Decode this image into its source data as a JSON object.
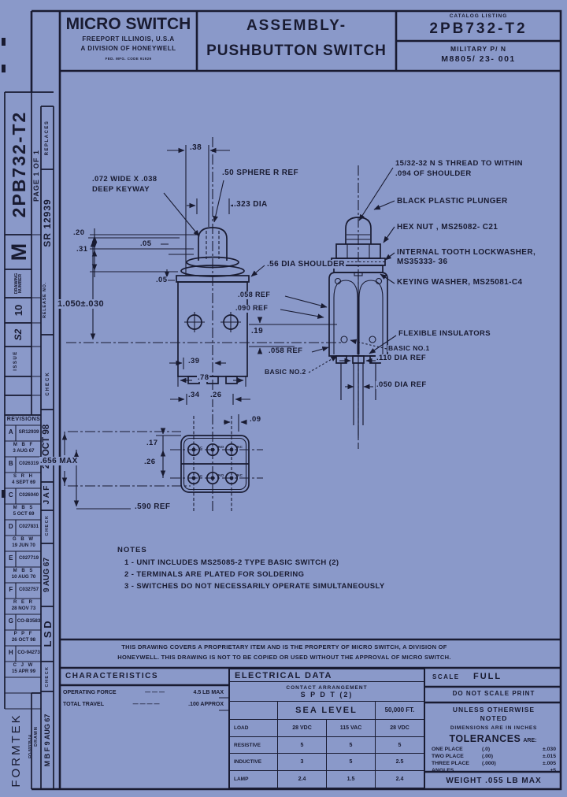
{
  "colors": {
    "paper": "#8a99c9",
    "ink": "#191b31"
  },
  "header": {
    "logo": "MICRO SWITCH",
    "logo_sub1": "FREEPORT ILLINOIS, U.S.A",
    "logo_sub2": "A DIVISION OF HONEYWELL",
    "logo_sub3": "FED. MFG. CODE 91929",
    "title1": "ASSEMBLY-",
    "title2": "PUSHBUTTON SWITCH",
    "catalog_label": "CATALOG LISTING",
    "catalog_number": "2PB732-T2",
    "military_label": "MILITARY  P/ N",
    "military_number": "M8805/ 23- 001"
  },
  "sidebar": {
    "big_number": "2PB732-T2",
    "page": "PAGE 1 OF 1",
    "m": "M",
    "drawing_label1": "DRAWING",
    "drawing_label2": "NUMBER",
    "size": "10",
    "issue_mark": "S2",
    "issue_label": "ISSUE",
    "replaces": "REPLACES",
    "release_label": "RELEASE  NO.",
    "release_number": "SR 12939",
    "check": "CHECK",
    "date_check1": "26 OCT 98",
    "sig1": "J A F",
    "date_check2": "9 AUG 67",
    "sig2": "L S D",
    "drawn_label": "DRAWN",
    "drawn_sig": "M B F   9 AUG 67",
    "formtek": "FORMTEK",
    "form_number": "FO-50378-14"
  },
  "revisions": {
    "title": "REVISIONS",
    "rows": [
      {
        "letter": "A",
        "number": "SR12939",
        "initials": "M B F",
        "date": "3 AUG 67"
      },
      {
        "letter": "B",
        "number": "C026319",
        "initials": "S R H",
        "date": "4 SEPT 69"
      },
      {
        "letter": "C",
        "number": "C026040",
        "initials": "M B S",
        "date": "5 OCT 69"
      },
      {
        "letter": "D",
        "number": "C027831",
        "initials": "G B W",
        "date": "19 JUN 70"
      },
      {
        "letter": "E",
        "number": "C027719",
        "initials": "M B S",
        "date": "10 AUG 70"
      },
      {
        "letter": "F",
        "number": "C032757",
        "initials": "R E R",
        "date": "28 NOV 73"
      },
      {
        "letter": "G",
        "number": "CO-B3583",
        "initials": "P P F",
        "date": "26 OCT 98"
      },
      {
        "letter": "H",
        "number": "CO-94273",
        "initials": "C J W",
        "date": "15 APR 99"
      }
    ]
  },
  "labels": {
    "dim38": ".38",
    "sphere": ".50 SPHERE R REF",
    "keyway1": ".072 WIDE  X .038",
    "keyway2": "DEEP KEYWAY",
    "dia323": ".323 DIA",
    "dim20": ".20",
    "dim31": ".31",
    "dim05a": ".05",
    "dim05b": ".05",
    "shoulder": ".56 DIA SHOULDER",
    "dim1050": "1.050±.030",
    "thread1": "15/32-32 N S THREAD TO WITHIN",
    "thread2": ".094 OF SHOULDER",
    "plunger": "BLACK PLASTIC PLUNGER",
    "hexnut": "HEX NUT , MS25082- C21",
    "lockwasher1": "INTERNAL TOOTH LOCKWASHER,",
    "lockwasher2": "MS35333- 36",
    "keying": "KEYING WASHER, MS25081-C4",
    "ref058a": ".058 REF",
    "ref090": ".090 REF",
    "dim19": ".19",
    "ref058b": ".058 REF",
    "basic1": "BASIC NO.1",
    "basic2": "BASIC NO.2",
    "flex": "FLEXIBLE  INSULATORS",
    "dia110": ".110 DIA REF",
    "dia050": ".050 DIA REF",
    "dim39": ".39",
    "dim78": ".78",
    "dim34": ".34",
    "dim26a": ".26",
    "dim09": ".09",
    "dim17": ".17",
    "dim26b": ".26",
    "max656": ".656 MAX",
    "ref590": ".590 REF",
    "term_c": "C",
    "term_no": "NO",
    "term_nc": "NC"
  },
  "notes": {
    "title": "NOTES",
    "items": [
      "1 - UNIT INCLUDES MS25085-2 TYPE BASIC SWITCH (2)",
      "2 - TERMINALS ARE PLATED FOR SOLDERING",
      "3 - SWITCHES DO NOT NECESSARILY OPERATE SIMULTANEOUSLY"
    ]
  },
  "proprietary": {
    "line1": "THIS DRAWING COVERS A PROPRIETARY ITEM AND IS THE PROPERTY OF MICRO SWITCH, A DIVISION OF",
    "line2": "HONEYWELL. THIS DRAWING IS NOT TO BE COPIED OR USED WITHOUT THE APPROVAL OF MICRO SWITCH."
  },
  "characteristics": {
    "title": "CHARACTERISTICS",
    "row1_label": "OPERATING FORCE",
    "row1_dashes": "— — —",
    "row1_value": "4.5  LB MAX",
    "row2_label": "TOTAL TRAVEL",
    "row2_dashes": "— — — —",
    "row2_value": ".100 APPROX"
  },
  "electrical": {
    "title": "ELECTRICAL DATA",
    "contact_label": "CONTACT ARRANGEMENT",
    "contact_value": "S P D T (2)",
    "group1": "SEA LEVEL",
    "group2": "50,000 FT.",
    "load_label": "LOAD",
    "load_cols": [
      "28 VDC",
      "115 VAC",
      "28 VDC"
    ],
    "rows": [
      {
        "label": "RESISTIVE",
        "values": [
          "5",
          "5",
          "5"
        ]
      },
      {
        "label": "INDUCTIVE",
        "values": [
          "3",
          "5",
          "2.5"
        ]
      },
      {
        "label": "LAMP",
        "values": [
          "2.4",
          "1.5",
          "2.4"
        ]
      }
    ]
  },
  "title_block": {
    "scale_label": "SCALE",
    "scale_value": "FULL",
    "no_scale": "DO NOT SCALE PRINT",
    "unless1": "UNLESS OTHERWISE",
    "unless2": "NOTED",
    "dims_in": "DIMENSIONS ARE IN INCHES",
    "tol_word": "TOLERANCES",
    "tol_are": "ARE:",
    "tolerances": [
      {
        "name": "ONE PLACE",
        "paren": "(.0)",
        "value": "±.030"
      },
      {
        "name": "TWO PLACE",
        "paren": "(.00)",
        "value": "±.015"
      },
      {
        "name": "THREE PLACE",
        "paren": "(.000)",
        "value": "±.005"
      },
      {
        "name": "ANGLES",
        "paren": "",
        "value": "±5"
      }
    ],
    "weight": "WEIGHT .055 LB  MAX"
  }
}
